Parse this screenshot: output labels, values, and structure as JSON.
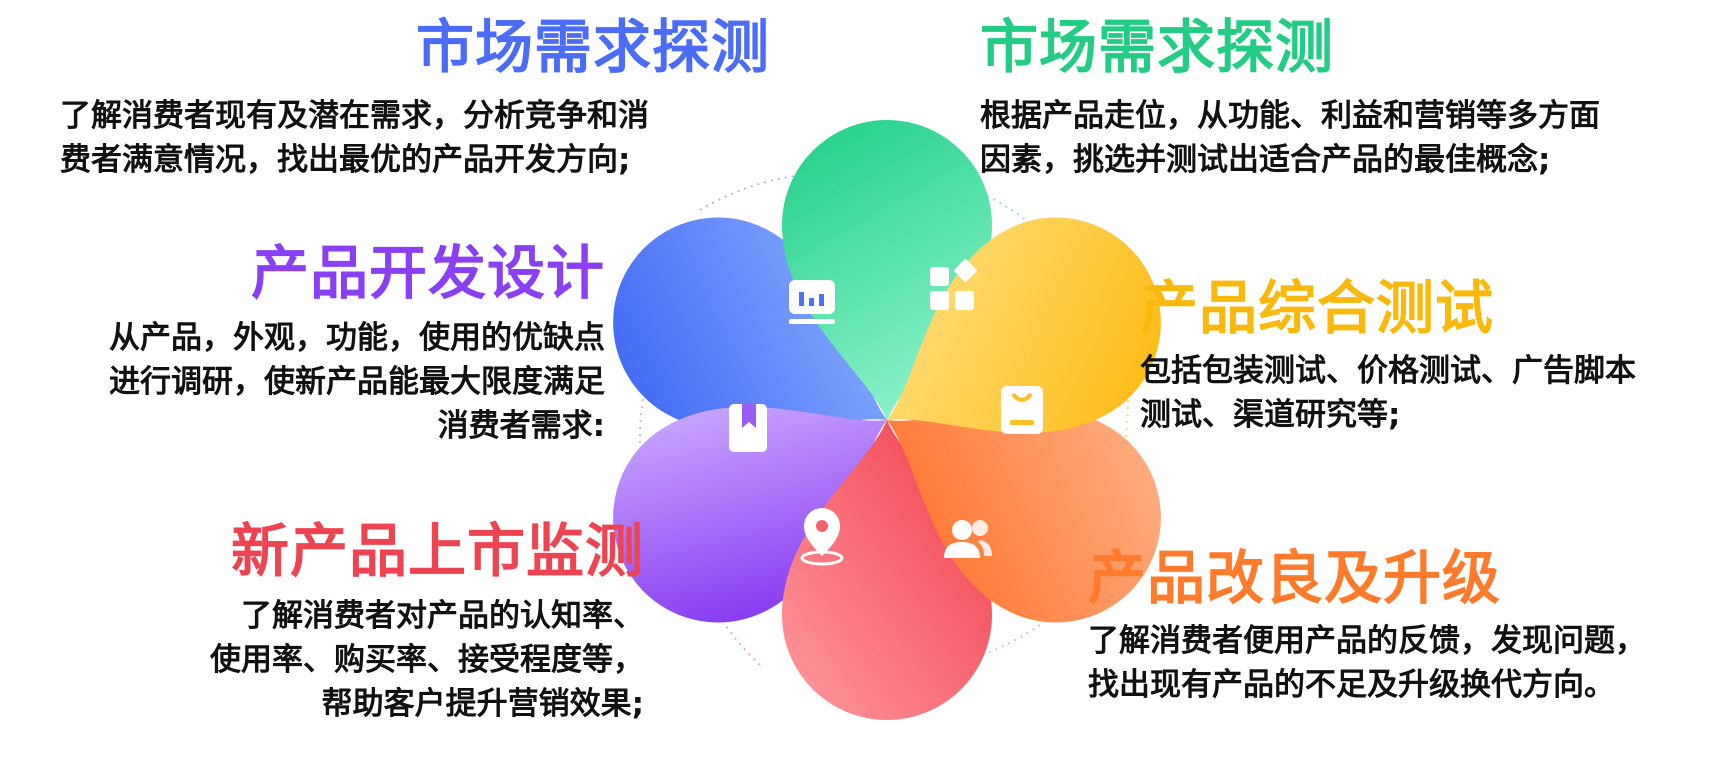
{
  "colors": {
    "blue": "#3f6bf5",
    "green": "#1fd38c",
    "purple": "#8a3ff2",
    "yellow": "#fcbf0a",
    "red": "#f04a4f",
    "orange": "#ff7b2d"
  },
  "blocks": [
    {
      "id": "market-1",
      "title": "市场需求探测",
      "color": "#4a6cf7",
      "lines": [
        "了解消费者现有及潜在需求，分析竞争和消",
        "费者满意情况，找出最优的产品开发方向;"
      ]
    },
    {
      "id": "market-2",
      "title": "市场需求探测",
      "color": "#22cc84",
      "lines": [
        "根据产品走位，从功能、利益和营销等多方面",
        "因素，挑选并测试出适合产品的最佳概念;"
      ]
    },
    {
      "id": "design",
      "title": "产品开发设计",
      "color": "#8a3ff2",
      "lines": [
        "从产品，外观，功能，使用的优缺点",
        "进行调研，使新产品能最大限度满足",
        "消费者需求:"
      ]
    },
    {
      "id": "testing",
      "title": "产品综合测试",
      "color": "#f9b80b",
      "lines": [
        "包括包装测试、价格测试、广告脚本",
        "测试、渠道研究等;"
      ]
    },
    {
      "id": "launch",
      "title": "新产品上市监测",
      "color": "#ee4452",
      "lines": [
        "了解消费者对产品的认知率、",
        "使用率、购买率、接受程度等，",
        "帮助客户提升营销效果;"
      ]
    },
    {
      "id": "upgrade",
      "title": "产品改良及升级",
      "color": "#ff7a2a",
      "lines": [
        "了解消费者便用产品的反馈，发现问题，",
        "找出现有产品的不足及升级换代方向。"
      ]
    }
  ],
  "petals": [
    {
      "name": "blue",
      "icon": "chart-monitor-icon"
    },
    {
      "name": "green",
      "icon": "app-grid-icon"
    },
    {
      "name": "yellow",
      "icon": "package-icon"
    },
    {
      "name": "orange",
      "icon": "users-icon"
    },
    {
      "name": "red",
      "icon": "location-pin-icon"
    },
    {
      "name": "purple",
      "icon": "bookmark-book-icon"
    }
  ]
}
